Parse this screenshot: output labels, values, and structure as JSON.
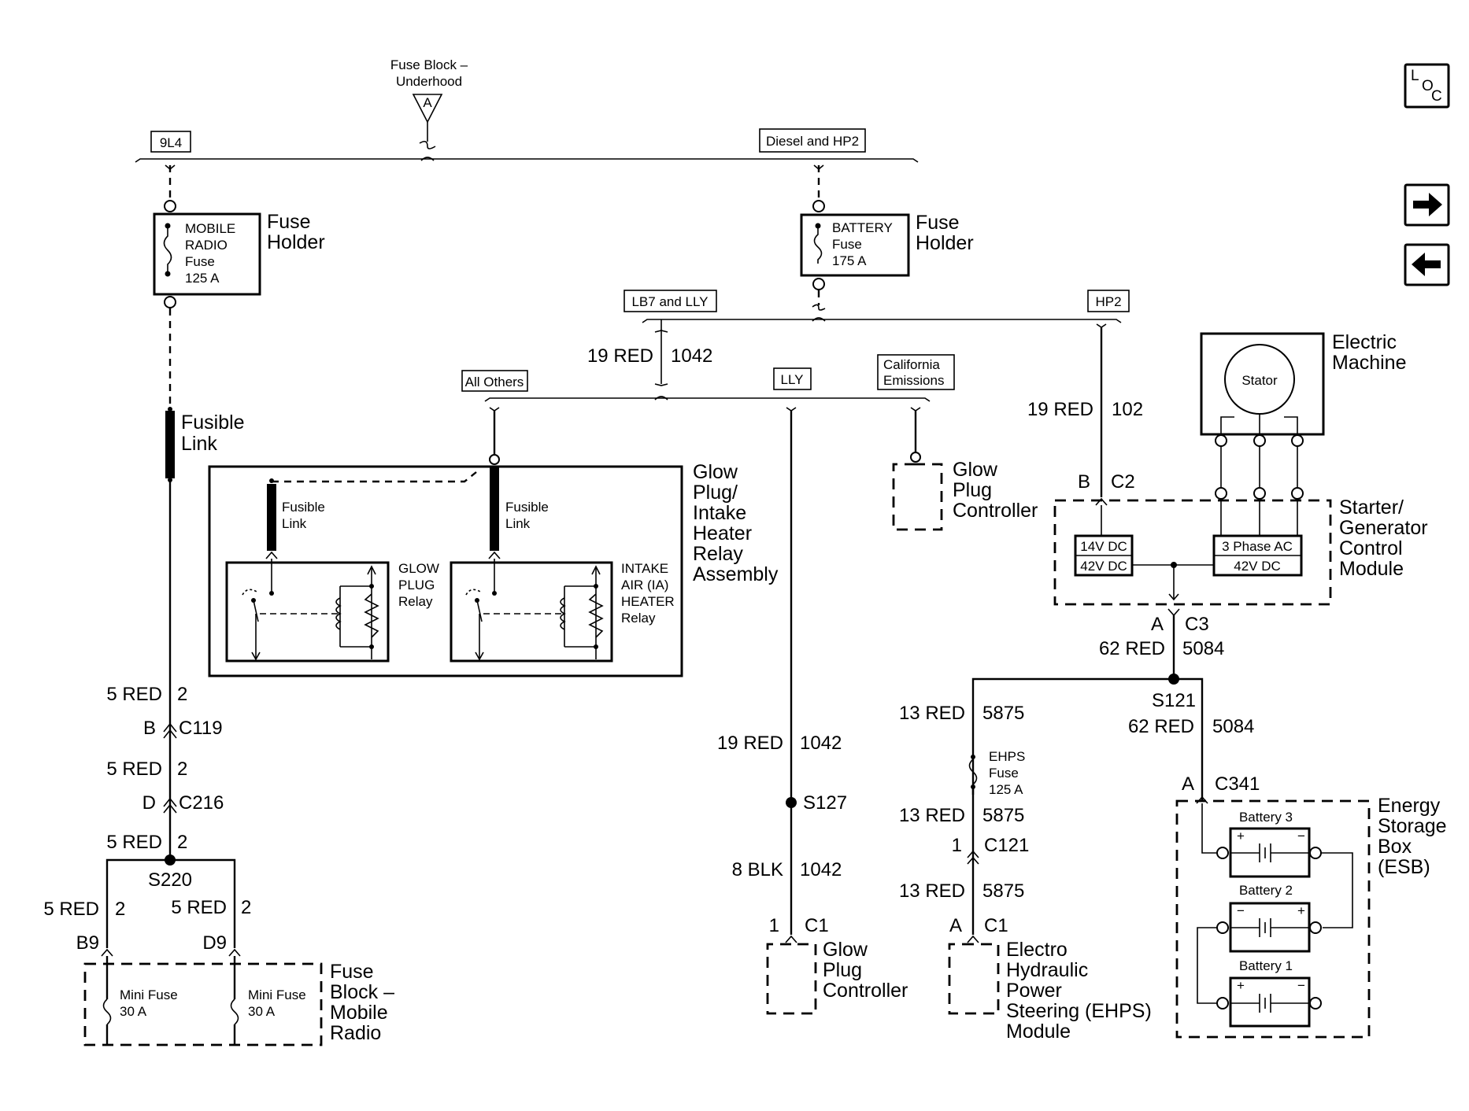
{
  "fuse_block_underhood": {
    "line1": "Fuse Block –",
    "line2": "Underhood",
    "letter": "A"
  },
  "tags": {
    "t9l4": "9L4",
    "diesel_hp2": "Diesel and HP2",
    "lb7_lly": "LB7 and LLY",
    "hp2": "HP2",
    "all_others": "All Others",
    "lly": "LLY",
    "california_1": "California",
    "california_2": "Emissions"
  },
  "fuse_mobile_radio": {
    "l1": "MOBILE",
    "l2": "RADIO",
    "l3": "Fuse",
    "l4": "125 A"
  },
  "fuse_holder_left": {
    "l1": "Fuse",
    "l2": "Holder"
  },
  "fuse_battery": {
    "l1": "BATTERY",
    "l2": "Fuse",
    "l3": "175 A"
  },
  "fuse_holder_right": {
    "l1": "Fuse",
    "l2": "Holder"
  },
  "fusible_link_main": {
    "l1": "Fusible",
    "l2": "Link"
  },
  "relay_assembly": {
    "title": [
      "Glow",
      "Plug/",
      "Intake",
      "Heater",
      "Relay",
      "Assembly"
    ],
    "fl1": {
      "l1": "Fusible",
      "l2": "Link"
    },
    "fl2": {
      "l1": "Fusible",
      "l2": "Link"
    },
    "glow_relay": [
      "GLOW",
      "PLUG",
      "Relay"
    ],
    "ia_relay": [
      "INTAKE",
      "AIR (IA)",
      "HEATER",
      "Relay"
    ]
  },
  "glow_ctrl_upper": [
    "Glow",
    "Plug",
    "Controller"
  ],
  "glow_ctrl_lower": [
    "Glow",
    "Plug",
    "Controller"
  ],
  "electric_machine": {
    "l1": "Electric",
    "l2": "Machine",
    "stator": "Stator"
  },
  "sg_module": {
    "title": [
      "Starter/",
      "Generator",
      "Control",
      "Module"
    ],
    "b14": "14V DC",
    "b42a": "42V DC",
    "b3ph": "3 Phase AC",
    "b42b": "42V DC"
  },
  "ehps_fuse": {
    "l1": "EHPS",
    "l2": "Fuse",
    "l3": "125 A"
  },
  "ehps_module": [
    "Electro",
    "Hydraulic",
    "Power",
    "Steering (EHPS)",
    "Module"
  ],
  "esb": {
    "title": [
      "Energy",
      "Storage",
      "Box",
      "(ESB)"
    ],
    "b3": "Battery 3",
    "b2": "Battery 2",
    "b1": "Battery 1"
  },
  "fb_mobile_radio": {
    "title": [
      "Fuse",
      "Block –",
      "Mobile",
      "Radio"
    ],
    "mf1": {
      "l1": "Mini Fuse",
      "l2": "30 A"
    },
    "mf2": {
      "l1": "Mini Fuse",
      "l2": "30 A"
    }
  },
  "wires": {
    "w19red_1042": {
      "a": "19 RED",
      "b": "1042"
    },
    "w19red_102": {
      "a": "19 RED",
      "b": "102"
    },
    "w5red_2_a": {
      "a": "5 RED",
      "b": "2"
    },
    "w5red_2_b": {
      "a": "5 RED",
      "b": "2"
    },
    "w5red_2_c": {
      "a": "5 RED",
      "b": "2"
    },
    "w5red_2_d": {
      "a": "5 RED",
      "b": "2"
    },
    "w5red_2_e": {
      "a": "5 RED",
      "b": "2"
    },
    "w19red_1042_lower": {
      "a": "19 RED",
      "b": "1042"
    },
    "w8blk_1042": {
      "a": "8 BLK",
      "b": "1042"
    },
    "w62red_5084_a": {
      "a": "62 RED",
      "b": "5084"
    },
    "w62red_5084_b": {
      "a": "62 RED",
      "b": "5084"
    },
    "w13red_5875_a": {
      "a": "13 RED",
      "b": "5875"
    },
    "w13red_5875_b": {
      "a": "13 RED",
      "b": "5875"
    },
    "w13red_5875_c": {
      "a": "13 RED",
      "b": "5875"
    }
  },
  "connectors": {
    "c119": {
      "pin": "B",
      "name": "C119"
    },
    "c216": {
      "pin": "D",
      "name": "C216"
    },
    "c2": {
      "pin": "B",
      "name": "C2"
    },
    "c3": {
      "pin": "A",
      "name": "C3"
    },
    "c341": {
      "pin": "A",
      "name": "C341"
    },
    "c121": {
      "pin": "1",
      "name": "C121"
    },
    "c1_glow": {
      "pin": "1",
      "name": "C1"
    },
    "c1_ehps": {
      "pin": "A",
      "name": "C1"
    },
    "b9": "B9",
    "d9": "D9"
  },
  "splices": {
    "s220": "S220",
    "s127": "S127",
    "s121": "S121"
  },
  "nav": {
    "loc_l": "L",
    "loc_o": "O",
    "loc_c": "C"
  }
}
